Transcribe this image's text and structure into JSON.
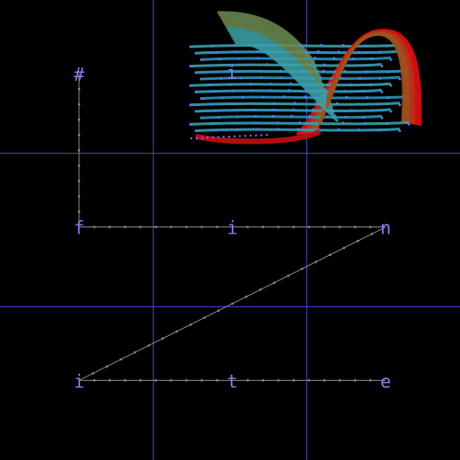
{
  "colors": {
    "background": "#000000",
    "grid": "#4a4ac8",
    "path": "#8a8a8a",
    "glyph": "#8080e8",
    "stroke_palette": [
      "#d01010",
      "#c03018",
      "#a05020",
      "#6a8a50",
      "#3aa0a8",
      "#30a0c0",
      "#2890b8"
    ]
  },
  "grid": {
    "columns": 3,
    "rows": 3
  },
  "letters": [
    {
      "char": "#",
      "row": 0,
      "col": 0
    },
    {
      "char": "f",
      "row": 1,
      "col": 0
    },
    {
      "char": "i",
      "row": 1,
      "col": 1
    },
    {
      "char": "n",
      "row": 1,
      "col": 2
    },
    {
      "char": "i",
      "row": 2,
      "col": 0
    },
    {
      "char": "t",
      "row": 2,
      "col": 1
    },
    {
      "char": "e",
      "row": 2,
      "col": 2
    }
  ],
  "cursor_char": "i",
  "path_order": [
    0,
    1,
    2,
    3,
    4,
    5,
    6
  ],
  "stroke_count": 14
}
